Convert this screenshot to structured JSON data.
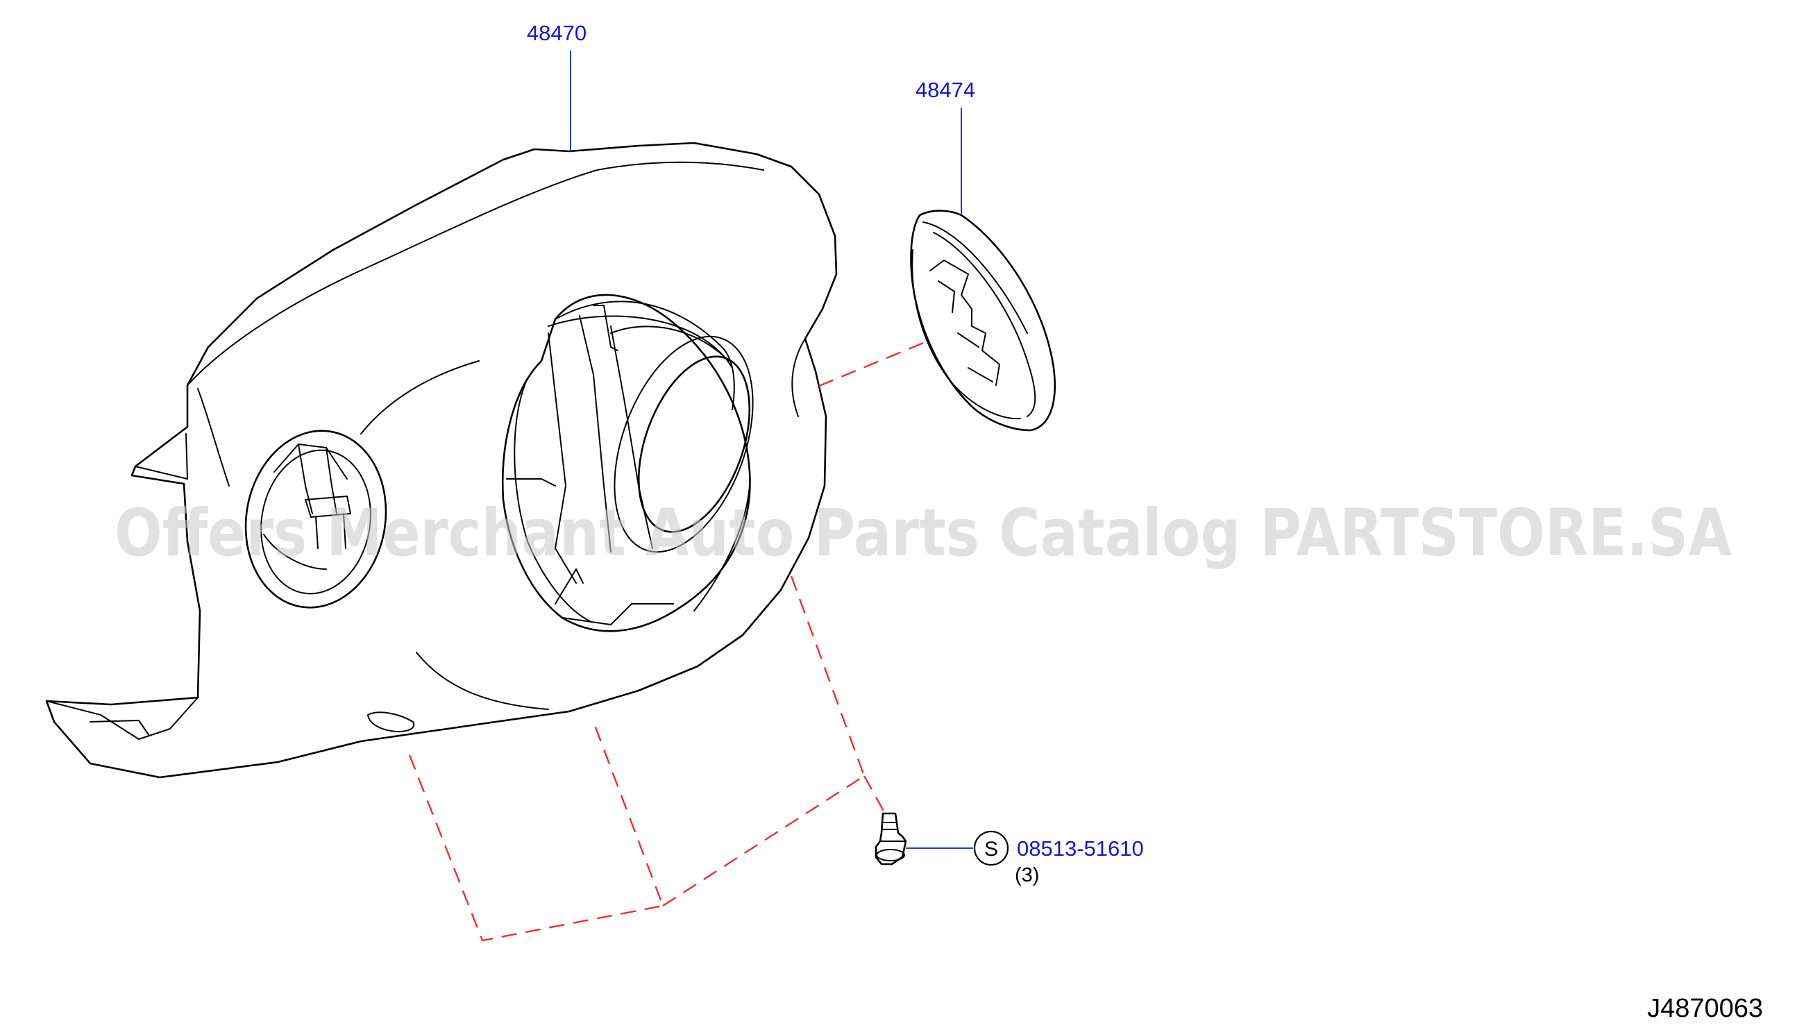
{
  "diagram": {
    "parts": [
      {
        "number": "48470"
      },
      {
        "number": "48474"
      },
      {
        "number": "08513-51610",
        "symbol": "S",
        "quantity": "(3)"
      }
    ],
    "drawing_code": "J4870063",
    "watermark": "Offers Merchant Auto Parts Catalog PARTSTORE.SA",
    "colors": {
      "part_label": "#1414d8",
      "leader_line": "#1c3fd0",
      "assembly_dash": "#ff2a2a",
      "outline": "#000000",
      "watermark": "#c9c9c9"
    }
  }
}
